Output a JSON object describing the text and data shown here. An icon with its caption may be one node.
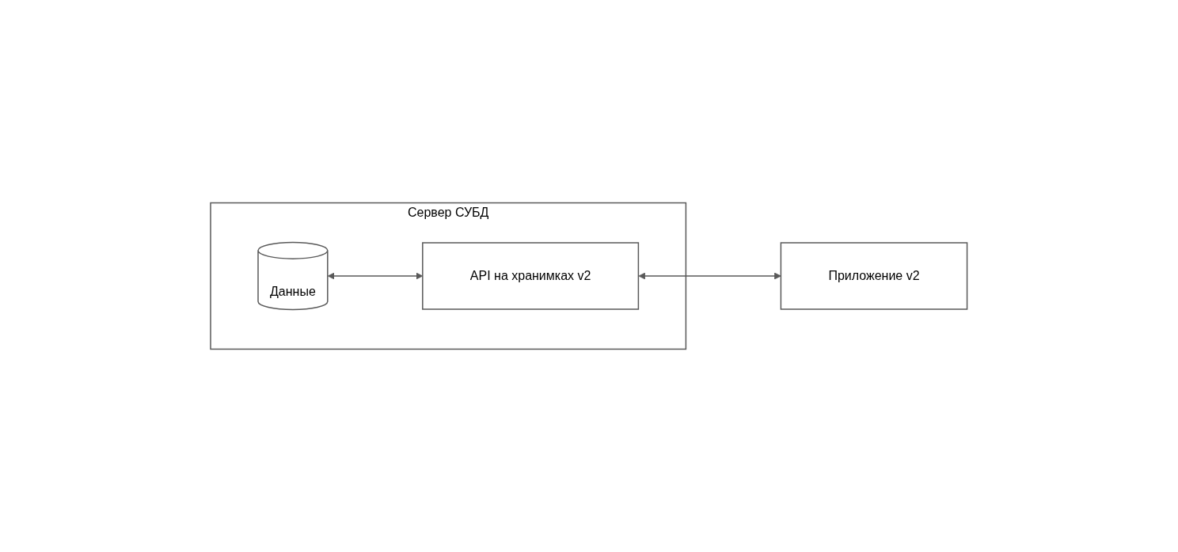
{
  "diagram": {
    "nodes": [
      {
        "text": [
          "Сервер СУБД"
        ]
      },
      {
        "text": [
          "Данные"
        ],
        "in": 0
      },
      {
        "text": [
          "API на хранимках v2"
        ],
        "in": 0
      },
      {
        "text": [
          "Приложение v2"
        ]
      }
    ],
    "edges": [
      {
        "from": 1,
        "to": 2,
        "arrow": "both"
      },
      {
        "from": 2,
        "to": 3,
        "arrow": "both"
      }
    ]
  }
}
